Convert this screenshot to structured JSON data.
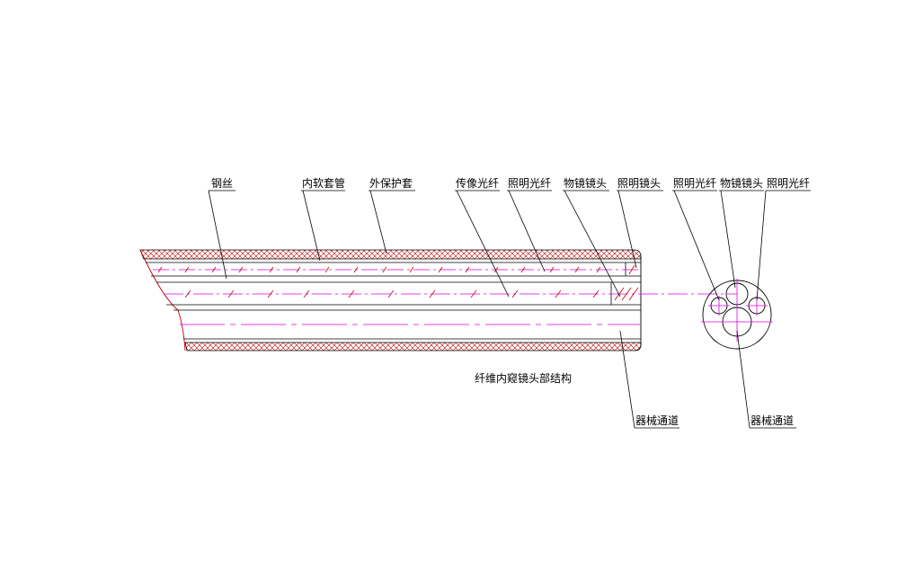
{
  "diagram": {
    "caption": "纤维内窥镜头部结构",
    "labels": {
      "steel_wire": "钢丝",
      "inner_hose": "内软套管",
      "outer_sheath": "外保护套",
      "image_fiber": "传像光纤",
      "illum_fiber": "照明光纤",
      "objective_lens": "物镜镜头",
      "illum_lens": "照明镜头",
      "instrument_channel": "器械通道"
    },
    "end_view_labels": {
      "illum_fiber_left": "照明光纤",
      "objective_lens": "物镜镜头",
      "illum_fiber_right": "照明光纤",
      "instrument_channel": "器械通道"
    }
  },
  "colors": {
    "outline": "#000000",
    "hatch": "#c00000",
    "centerline": "#e000e0"
  }
}
